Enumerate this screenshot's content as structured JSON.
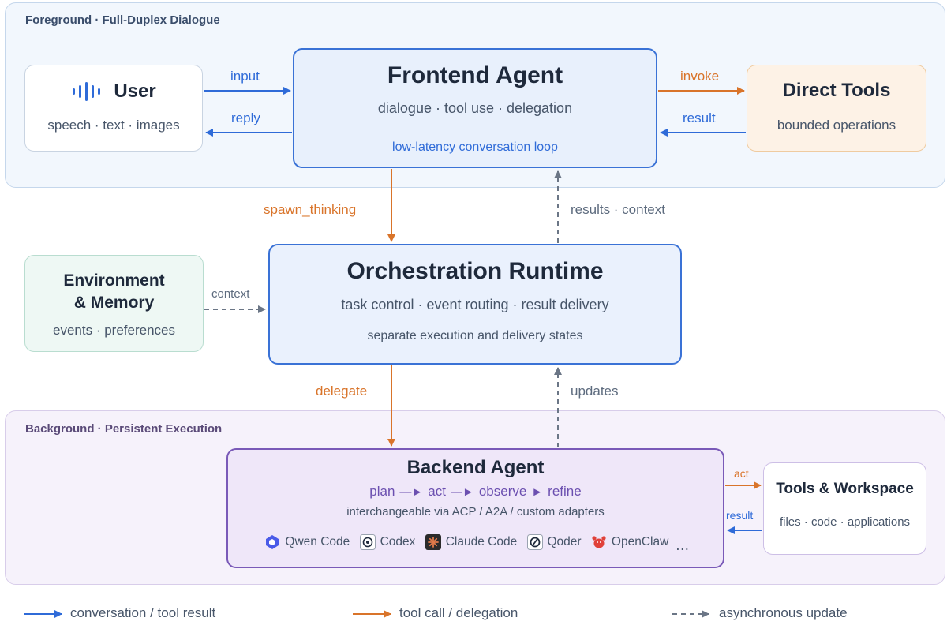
{
  "regions": {
    "foreground": "Foreground · Full-Duplex Dialogue",
    "background": "Background · Persistent Execution"
  },
  "user": {
    "title": "User",
    "subtitle": "speech · text · images"
  },
  "frontend": {
    "title": "Frontend Agent",
    "subtitle": "dialogue · tool use · delegation",
    "loop": "low-latency conversation loop"
  },
  "direct_tools": {
    "title": "Direct Tools",
    "subtitle": "bounded operations"
  },
  "environment": {
    "title_line1": "Environment",
    "title_line2": "& Memory",
    "subtitle": "events · preferences"
  },
  "orchestration": {
    "title": "Orchestration Runtime",
    "subtitle": "task control · event routing · result delivery",
    "note": "separate execution and delivery states"
  },
  "backend": {
    "title": "Backend Agent",
    "steps": [
      "plan",
      "act",
      "observe",
      "refine"
    ],
    "note": "interchangeable via ACP / A2A / custom adapters",
    "agents": [
      "Qwen Code",
      "Codex",
      "Claude Code",
      "Qoder",
      "OpenClaw"
    ],
    "more": "…"
  },
  "tools_workspace": {
    "title": "Tools & Workspace",
    "subtitle": "files · code · applications"
  },
  "edges": {
    "input": "input",
    "reply": "reply",
    "invoke": "invoke",
    "result": "result",
    "spawn_thinking": "spawn_thinking",
    "results_context": "results · context",
    "context": "context",
    "delegate": "delegate",
    "updates": "updates",
    "act": "act",
    "result_small": "result"
  },
  "legend": {
    "conversation": "conversation / tool result",
    "tool_call": "tool call / delegation",
    "async": "asynchronous update"
  },
  "colors": {
    "blue": "#2f6bd8",
    "orange": "#d9742a",
    "gray": "#6b7686",
    "purple": "#7a5ab8"
  }
}
